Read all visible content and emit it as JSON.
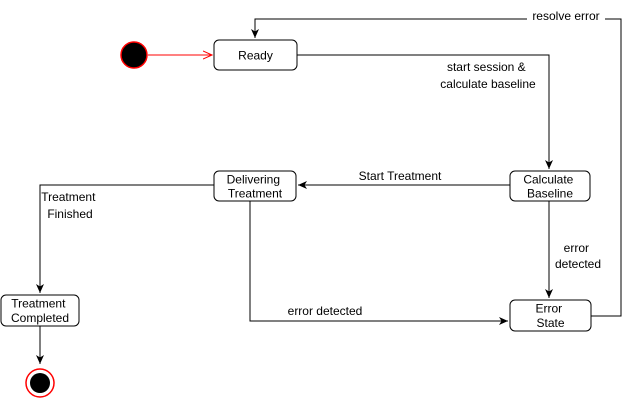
{
  "colors": {
    "line": "#000000",
    "node_fill": "#ffffff",
    "initial_border": "#ff0000",
    "initial_edge": "#ff0000"
  },
  "states": {
    "ready": {
      "lines": [
        "Ready"
      ]
    },
    "calculate_baseline": {
      "lines": [
        "Calculate",
        "Baseline"
      ]
    },
    "delivering_treatment": {
      "lines": [
        "Delivering",
        "Treatment"
      ]
    },
    "error_state": {
      "lines": [
        "Error",
        "State"
      ]
    },
    "treatment_completed": {
      "lines": [
        "Treatment",
        "Completed"
      ]
    }
  },
  "transitions": {
    "start_session": {
      "lines": [
        "start session &",
        "calculate baseline"
      ]
    },
    "start_treatment": {
      "lines": [
        "Start Treatment"
      ]
    },
    "treatment_finished": {
      "lines": [
        "Treatment",
        "Finished"
      ]
    },
    "error_from_baseline": {
      "lines": [
        "error",
        "detected"
      ]
    },
    "error_from_delivery": {
      "lines": [
        "error detected"
      ]
    },
    "resolve_error": {
      "lines": [
        "resolve error"
      ]
    }
  }
}
